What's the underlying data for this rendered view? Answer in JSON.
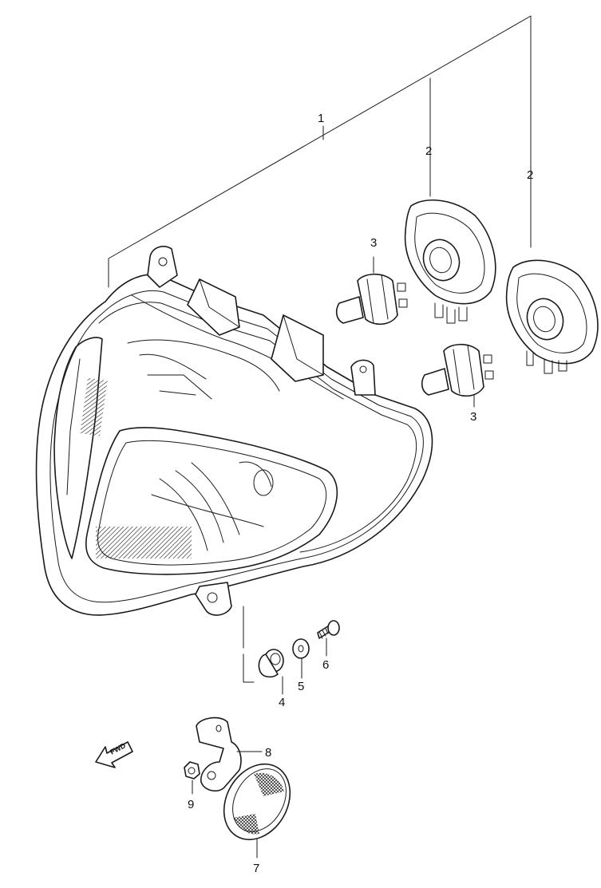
{
  "callouts": {
    "p1": "1",
    "p2a": "2",
    "p2b": "2",
    "p3a": "3",
    "p3b": "3",
    "p4": "4",
    "p5": "5",
    "p6": "6",
    "p7": "7",
    "p8": "8",
    "p9": "9"
  },
  "fwd_label": "FWD",
  "colors": {
    "line": "#1a1a1a",
    "background": "#ffffff"
  }
}
